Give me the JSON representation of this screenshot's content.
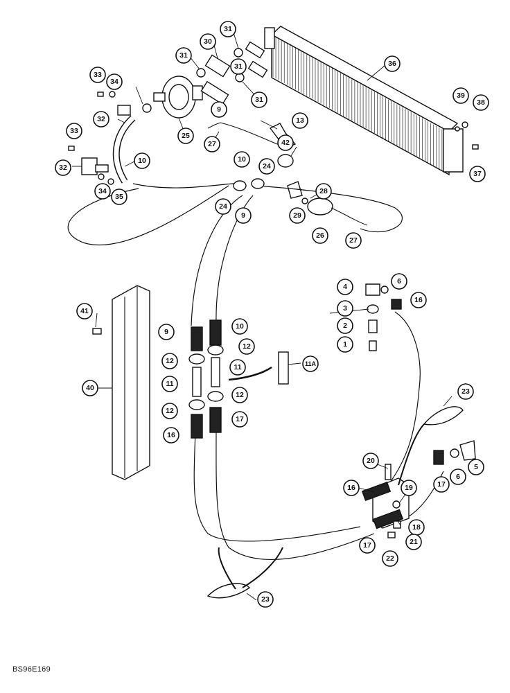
{
  "figure_ref": "BS96E169",
  "callouts": [
    {
      "label": "31"
    },
    {
      "label": "30"
    },
    {
      "label": "31"
    },
    {
      "label": "31"
    },
    {
      "label": "31"
    },
    {
      "label": "33"
    },
    {
      "label": "34"
    },
    {
      "label": "32"
    },
    {
      "label": "25"
    },
    {
      "label": "9"
    },
    {
      "label": "36"
    },
    {
      "label": "39"
    },
    {
      "label": "38"
    },
    {
      "label": "37"
    },
    {
      "label": "27"
    },
    {
      "label": "13"
    },
    {
      "label": "33"
    },
    {
      "label": "32"
    },
    {
      "label": "10"
    },
    {
      "label": "34"
    },
    {
      "label": "35"
    },
    {
      "label": "10"
    },
    {
      "label": "24"
    },
    {
      "label": "42"
    },
    {
      "label": "24"
    },
    {
      "label": "9"
    },
    {
      "label": "28"
    },
    {
      "label": "29"
    },
    {
      "label": "26"
    },
    {
      "label": "27"
    },
    {
      "label": "4"
    },
    {
      "label": "6"
    },
    {
      "label": "3"
    },
    {
      "label": "16"
    },
    {
      "label": "2"
    },
    {
      "label": "1"
    },
    {
      "label": "41"
    },
    {
      "label": "9"
    },
    {
      "label": "10"
    },
    {
      "label": "12"
    },
    {
      "label": "12"
    },
    {
      "label": "11"
    },
    {
      "label": "11A"
    },
    {
      "label": "11"
    },
    {
      "label": "12"
    },
    {
      "label": "12"
    },
    {
      "label": "16"
    },
    {
      "label": "17"
    },
    {
      "label": "40"
    },
    {
      "label": "23"
    },
    {
      "label": "20"
    },
    {
      "label": "6"
    },
    {
      "label": "5"
    },
    {
      "label": "16"
    },
    {
      "label": "19"
    },
    {
      "label": "17"
    },
    {
      "label": "18"
    },
    {
      "label": "17"
    },
    {
      "label": "21"
    },
    {
      "label": "22"
    },
    {
      "label": "23"
    }
  ]
}
